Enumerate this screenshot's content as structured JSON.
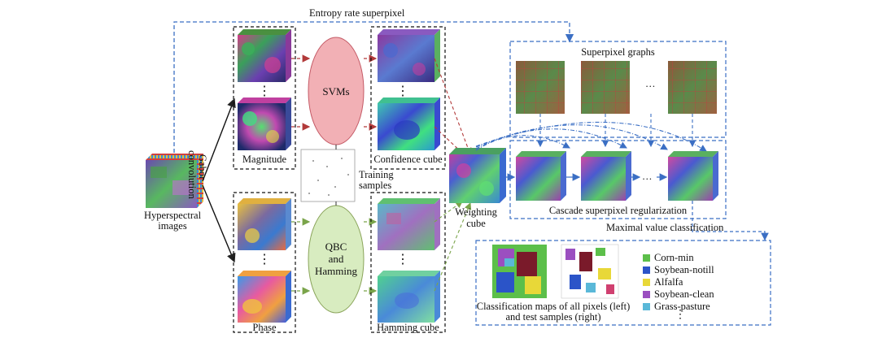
{
  "labels": {
    "entropy": "Entropy rate superpixel",
    "hyperspectral": "Hyperspectral",
    "images": "images",
    "gabor": "Gabor",
    "convolution": "convolution",
    "magnitude": "Magnitude",
    "phase": "Phase",
    "svms": "SVMs",
    "qbc": "QBC",
    "and": "and",
    "hamming": "Hamming",
    "training": "Training",
    "samples": "samples",
    "confidence_cube": "Confidence cube",
    "hamming_cube": "Hamming cube",
    "weighting": "Weighting",
    "cube": "cube",
    "superpixel_graphs": "Superpixel graphs",
    "cascade": "Cascade superpixel regularization",
    "maxval": "Maximal value classification",
    "classmaps_1": "Classification maps of all pixels (left)",
    "classmaps_2": "and test samples (right)",
    "vdots": "⋮",
    "hdots": "…"
  },
  "legend": [
    {
      "label": "Corn-min",
      "color": "#5cbf4a"
    },
    {
      "label": "Soybean-notill",
      "color": "#2b54c8"
    },
    {
      "label": "Alfalfa",
      "color": "#e8d838"
    },
    {
      "label": "Soybean-clean",
      "color": "#9b4fc0"
    },
    {
      "label": "Grass-pasture",
      "color": "#5ab8d8"
    }
  ],
  "legend_more": "⋮"
}
